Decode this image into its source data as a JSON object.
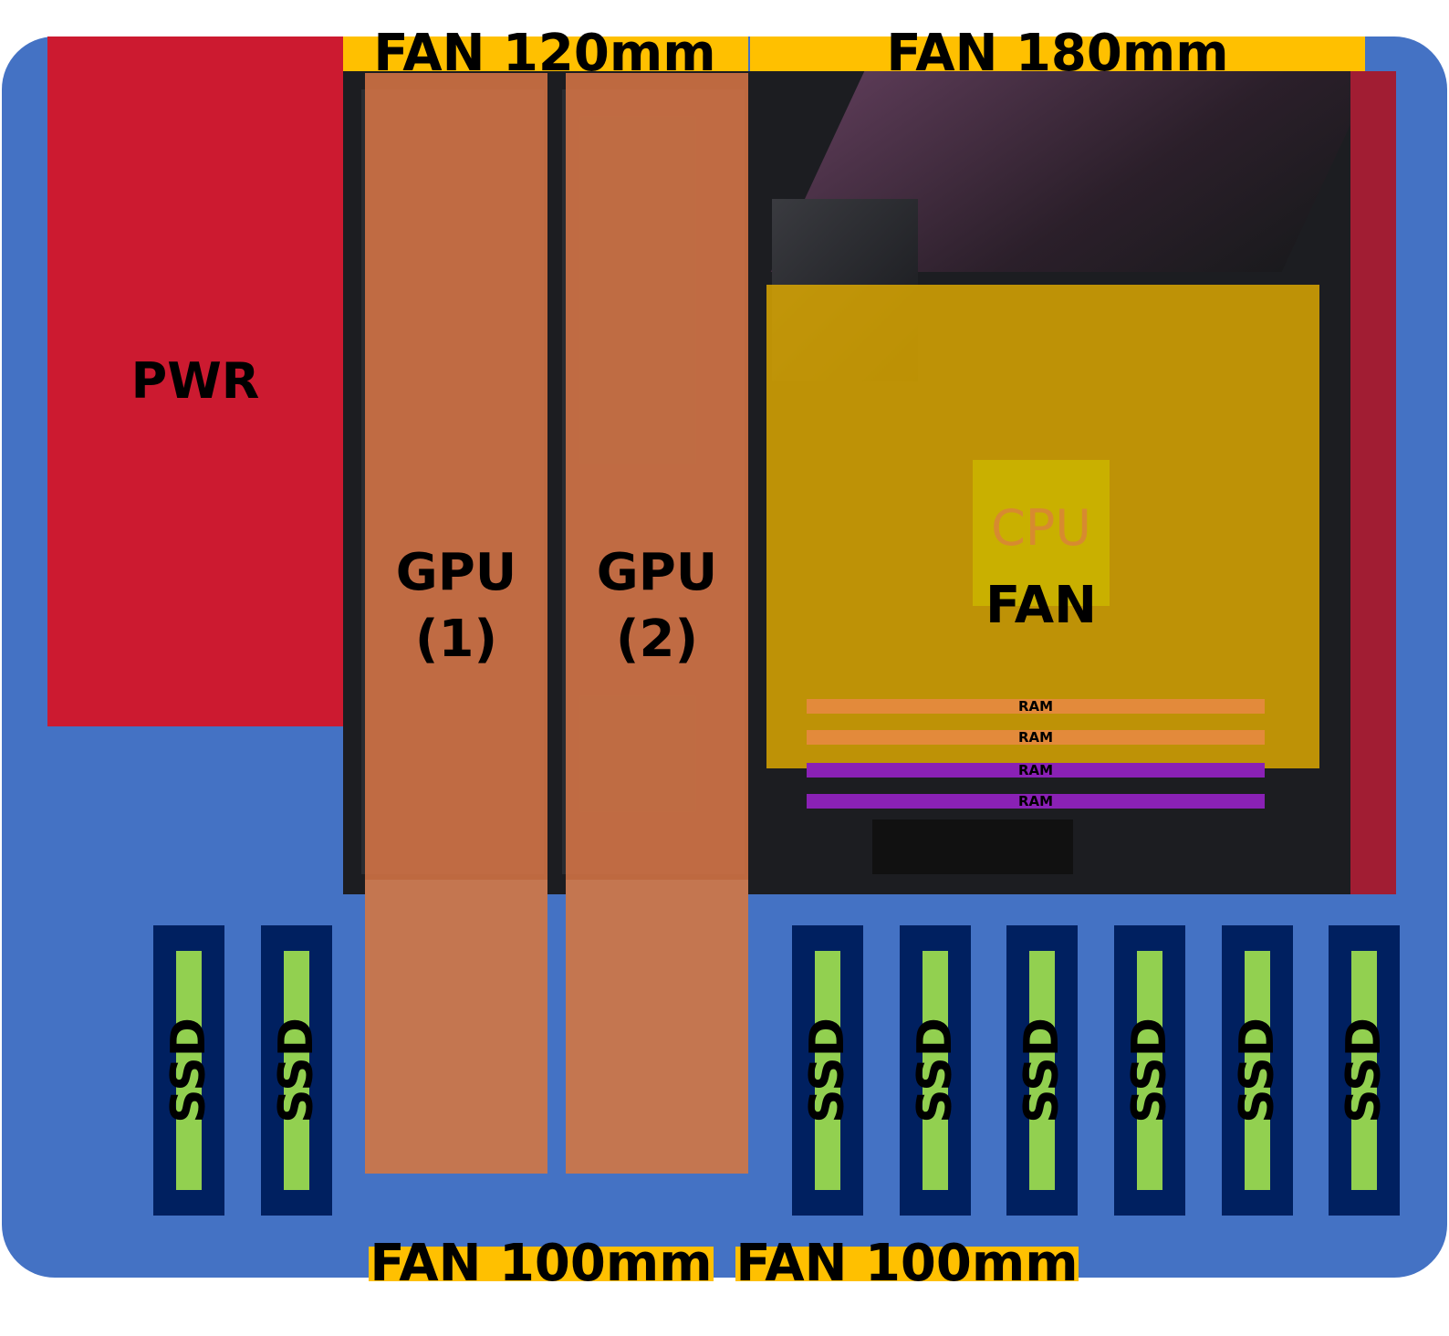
{
  "labels": {
    "power": "PWR",
    "fan_top_left": "FAN 120mm",
    "fan_top_right": "FAN 180mm",
    "fan_bottom_left": "FAN 100mm",
    "fan_bottom_right": "FAN 100mm",
    "gpu1_line1": "GPU",
    "gpu1_line2": "(1)",
    "gpu2_line1": "GPU",
    "gpu2_line2": "(2)",
    "cpu": "CPU",
    "cpu_fan": "FAN",
    "ram": [
      "RAM",
      "RAM",
      "RAM",
      "RAM"
    ],
    "ssd": [
      "SSD",
      "SSD",
      "SSD",
      "SSD",
      "SSD",
      "SSD",
      "SSD",
      "SSD"
    ]
  },
  "colors": {
    "case": "#4472c4",
    "power": "#cc1a30",
    "fan": "#ffc000",
    "gpu": "#d87646",
    "cpu_fan_zone": "#e2ac00",
    "ram_covered": "#e38a3b",
    "ram_exposed": "#8a21b5",
    "ssd_frame": "#002060",
    "ssd_core": "#92d050"
  }
}
